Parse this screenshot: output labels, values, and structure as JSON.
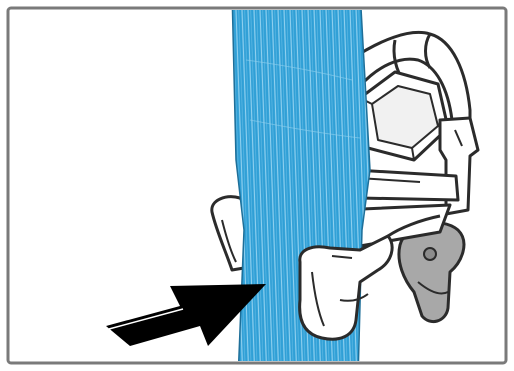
{
  "figure": {
    "subject": "strap-clip-installation",
    "colors": {
      "frame": "#7a7a7a",
      "strap": "#2f9fd6",
      "strap_weave": "#8fd0ef",
      "hardware_fill": "#ffffff",
      "hardware_shadow": "#e8e8e8",
      "outline": "#2b2b2b",
      "clip_tab": "#a8a8a8",
      "arrow": "#000000"
    },
    "icons": {
      "arrow": "push-direction-arrow",
      "nut": "hex-nut"
    }
  }
}
